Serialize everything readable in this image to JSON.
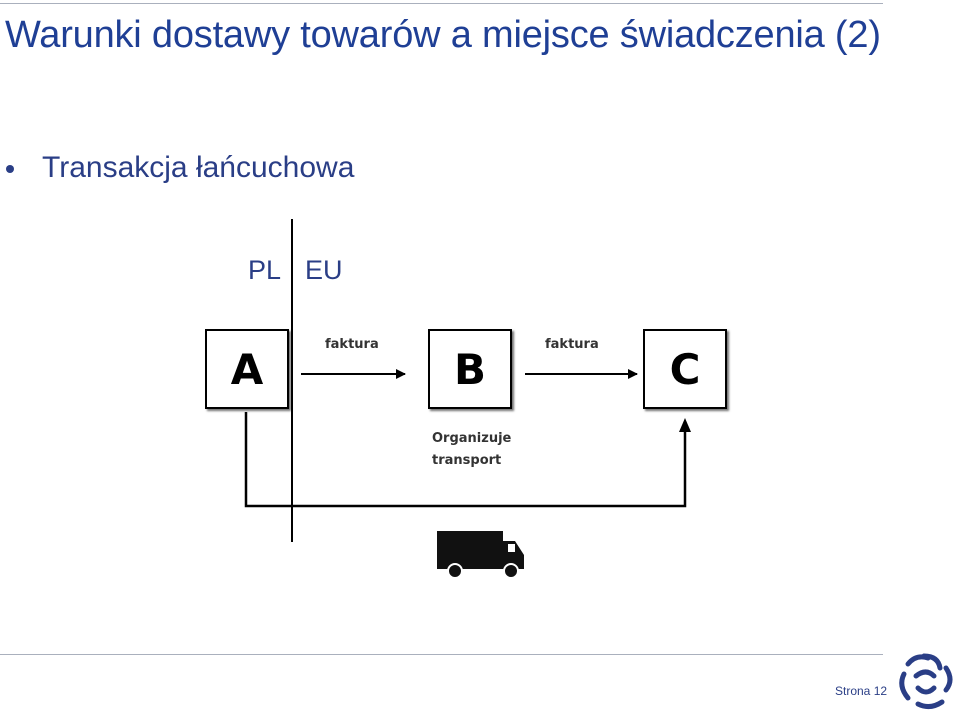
{
  "slide": {
    "title": "Warunki dostawy towarów a miejsce świadczenia (2)",
    "bullet": "Transakcja łańcuchowa"
  },
  "diagram": {
    "zone_left": "PL",
    "zone_right": "EU",
    "parties": [
      "A",
      "B",
      "C"
    ],
    "invoice_label_1": "faktura",
    "invoice_label_2": "faktura",
    "note_line_1": "Organizuje",
    "note_line_2": "transport",
    "transport_icon": "truck-icon"
  },
  "footer": {
    "page_label": "Strona 12",
    "logo_icon": "swirl-logo-icon",
    "accent_color": "#2a3e86"
  }
}
